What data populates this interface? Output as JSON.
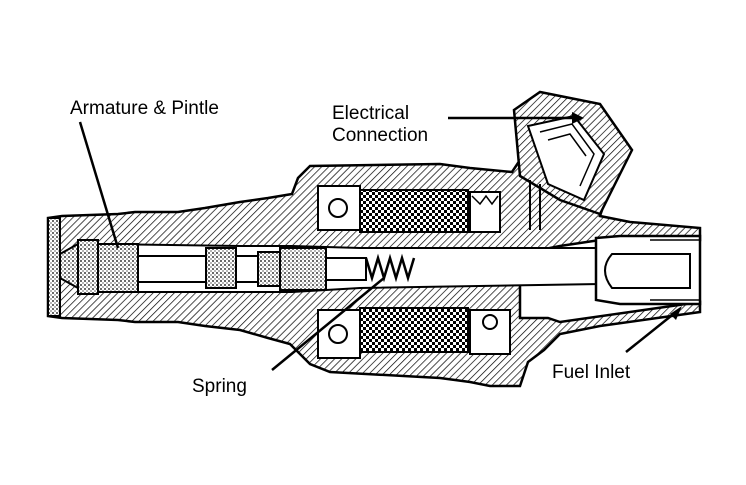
{
  "labels": {
    "armature": "Armature & Pintle",
    "electrical_line1": "Electrical",
    "electrical_line2": "Connection",
    "spring": "Spring",
    "fuel_inlet": "Fuel Inlet"
  },
  "colors": {
    "ink": "#000000",
    "paper": "#ffffff",
    "hatch": "#000000"
  }
}
